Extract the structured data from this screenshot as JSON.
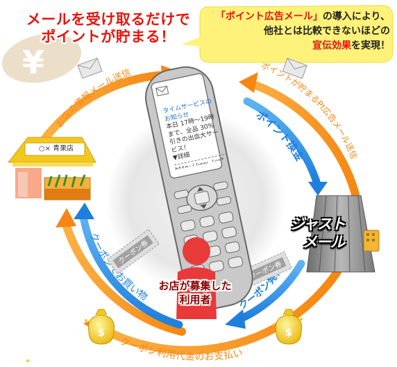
{
  "headline": {
    "line1": "メールを受け取るだけで",
    "line2": "ポイントが貯まる！"
  },
  "bubble": {
    "line1_quote": "「ポイント広告メール」",
    "line1_rest": "の導入により、",
    "line2": "他社とは比較できないほどの",
    "line3_highlight": "宣伝効果",
    "line3_rest": "を実現！"
  },
  "cycle": {
    "shop_info_mail": "お店の情報メール送信",
    "point_ad_mail": "ポイントが貯まるPt広告メール送信",
    "point_exchange": "ポイント換金",
    "coupon_issue": "クーポン発行",
    "coupon_payment": "クーポン利用代金のお支払い",
    "coupon_shopping": "クーポンでお買い物"
  },
  "phone": {
    "screen_title": "タイムサービスのお知らせ",
    "screen_body": "本日 17時～19時まで、全品 30% 引きの出血大サービス！",
    "detail": "▼詳細",
    "link": "http://www.just."
  },
  "shop": {
    "sign": "○× 青果店"
  },
  "company": {
    "brand_line1": "ジャスト",
    "brand_line2": "メール"
  },
  "user": {
    "line1": "お店が募集した",
    "line2": "利用者"
  },
  "coupon": {
    "ticket_text": "クーポン券"
  },
  "icons": {
    "yen": "¥",
    "money_bag": "$"
  },
  "colors": {
    "orange_arrow": "#f7941d",
    "blue_arrow": "#2e8de6",
    "headline_red": "#e8140c",
    "bubble_yellow": "#fff27a",
    "user_red": "#e83a3a",
    "shop_roof": "#f2c81e"
  }
}
